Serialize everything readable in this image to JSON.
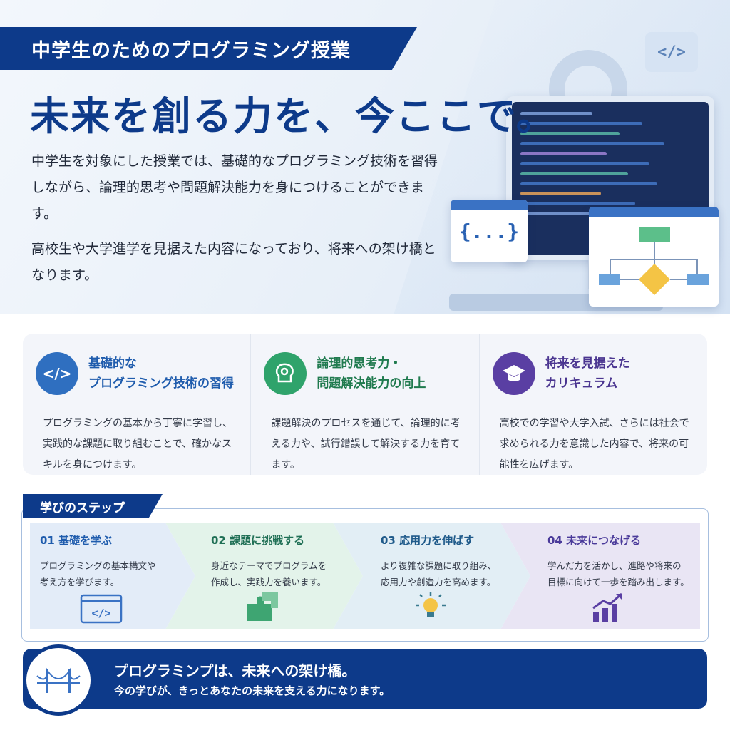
{
  "header": {
    "ribbon": "中学生のためのプログラミング授業",
    "headline": "未来を創る力を、今ここで。",
    "lead_p1": "中学生を対象にした授業では、基礎的なプログラミング技術を習得しながら、論理的思考や問題解決能力を身につけることができます。",
    "lead_p2": "高校生や大学進学を見据えた内容になっており、将来への架け橋となります。"
  },
  "illustration": {
    "code_tag": "</>",
    "brace": "{...}"
  },
  "features": [
    {
      "icon": "code-icon",
      "icon_text": "</>",
      "color": "#2f6fc0",
      "title_line1": "基礎的な",
      "title_line2": "プログラミング技術の習得",
      "body": "プログラミングの基本から丁寧に学習し、実践的な課題に取り組むことで、確かなスキルを身につけます。"
    },
    {
      "icon": "brain-gear-icon",
      "color": "#2fa36b",
      "title_line1": "論理的思考力・",
      "title_line2": "問題解決能力の向上",
      "body": "課題解決のプロセスを通じて、論理的に考える力や、試行錯誤して解決する力を育てます。"
    },
    {
      "icon": "graduation-cap-icon",
      "color": "#5a3fa3",
      "title_line1": "将来を見据えた",
      "title_line2": "カリキュラム",
      "body": "高校での学習や大学入試、さらには社会で求められる力を意識した内容で、将来の可能性を広げます。"
    }
  ],
  "steps": {
    "label": "学びのステップ",
    "items": [
      {
        "title": "01 基礎を学ぶ",
        "body_line1": "プログラミングの基本構文や",
        "body_line2": "考え方を学びます。",
        "icon": "code-window-icon",
        "color": "#1f5cad"
      },
      {
        "title": "02 課題に挑戦する",
        "body_line1": "身近なテーマでプログラムを",
        "body_line2": "作成し、実践力を養います。",
        "icon": "puzzle-icon",
        "color": "#1f6f55"
      },
      {
        "title": "03 応用力を伸ばす",
        "body_line1": "より複雑な課題に取り組み、",
        "body_line2": "応用力や創造力を高めます。",
        "icon": "lightbulb-icon",
        "color": "#1f5a8a"
      },
      {
        "title": "04 未来につなげる",
        "body_line1": "学んだ力を活かし、進路や将来の",
        "body_line2": "目標に向けて一歩を踏み出します。",
        "icon": "growth-chart-icon",
        "color": "#4a3a9a"
      }
    ]
  },
  "banner": {
    "title": "プログラミンプは、未来への架け橋。",
    "subtitle": "今の学びが、きっとあなたの未来を支える力になります。",
    "icon": "bridge-icon"
  }
}
